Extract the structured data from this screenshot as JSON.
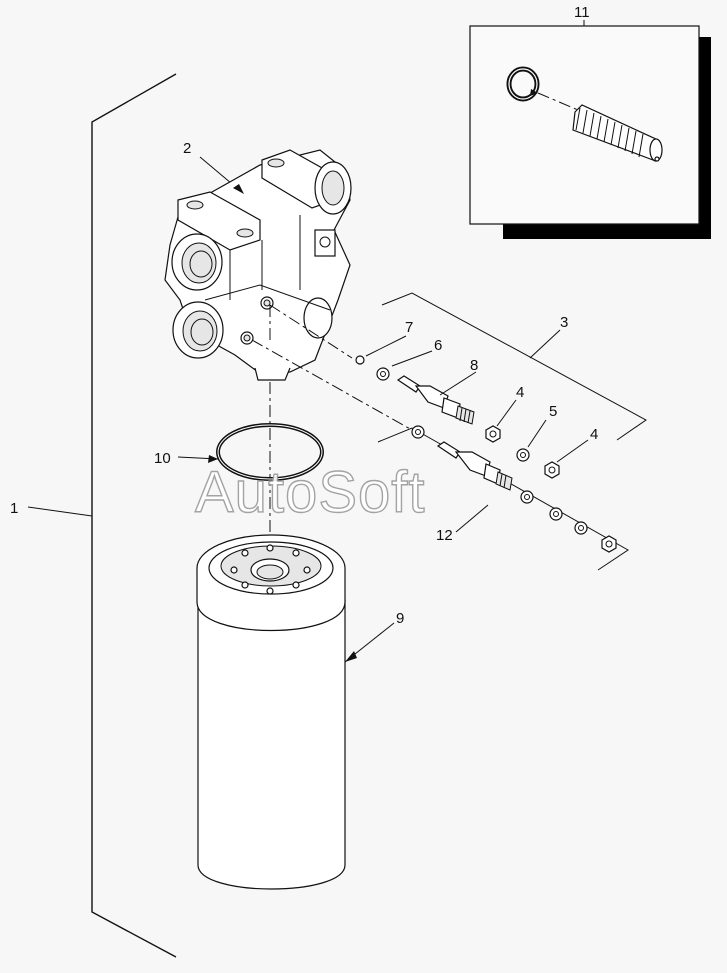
{
  "diagram": {
    "labels": {
      "l1": "1",
      "l2": "2",
      "l3": "3",
      "l4a": "4",
      "l4b": "4",
      "l5": "5",
      "l6": "6",
      "l7": "7",
      "l8": "8",
      "l9": "9",
      "l10": "10",
      "l11": "11",
      "l12": "12"
    },
    "watermark": "AutoSoft"
  }
}
